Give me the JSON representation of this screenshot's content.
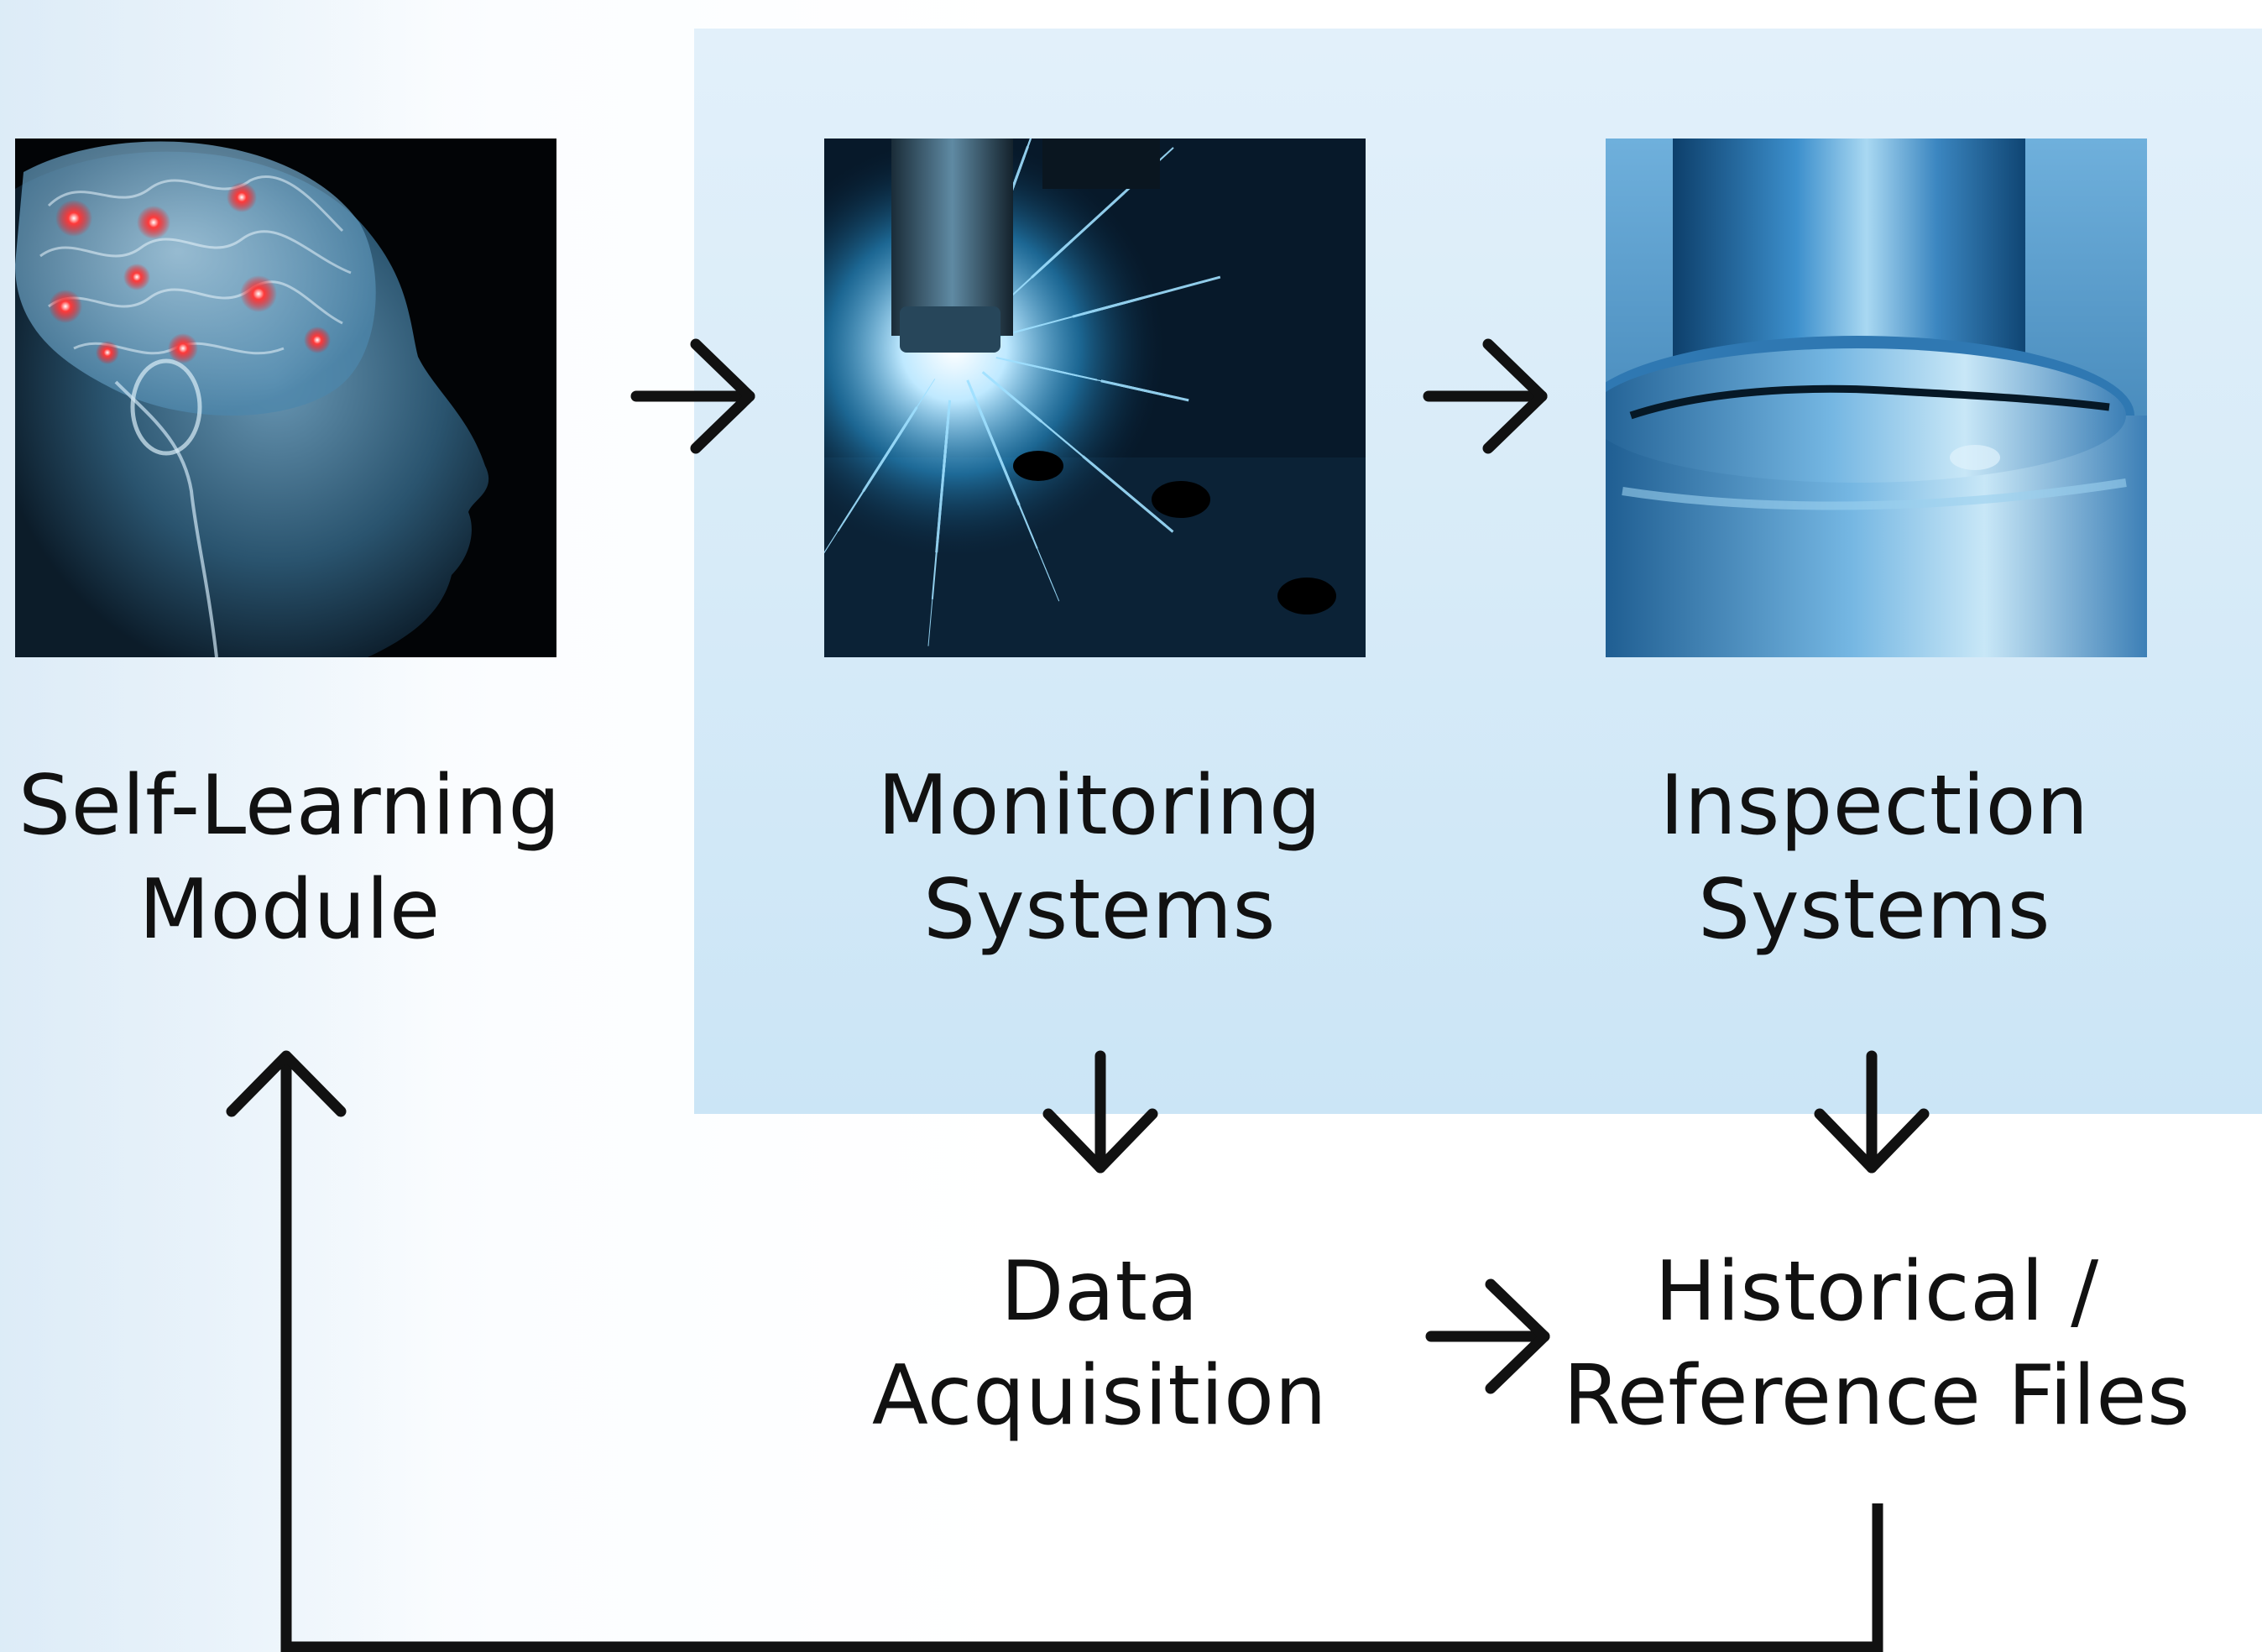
{
  "nodes": {
    "self_learning": {
      "line1": "Self-Learning",
      "line2": "Module"
    },
    "monitoring": {
      "line1": "Monitoring",
      "line2": "Systems"
    },
    "inspection": {
      "line1": "Inspection",
      "line2": "Systems"
    },
    "data_acquisition": {
      "line1": "Data",
      "line2": "Acquisition"
    },
    "historical": {
      "line1": "Historical /",
      "line2": "Reference Files"
    }
  },
  "images": {
    "brain": "brain-head-icon",
    "welding": "welding-sparks-icon",
    "weld_inspection": "weld-seam-icon"
  },
  "colors": {
    "panel": "#d7ebf8",
    "arrow": "#111111",
    "weld_blue": "#2f7fc2",
    "brain_spot": "#ff2a2a"
  }
}
